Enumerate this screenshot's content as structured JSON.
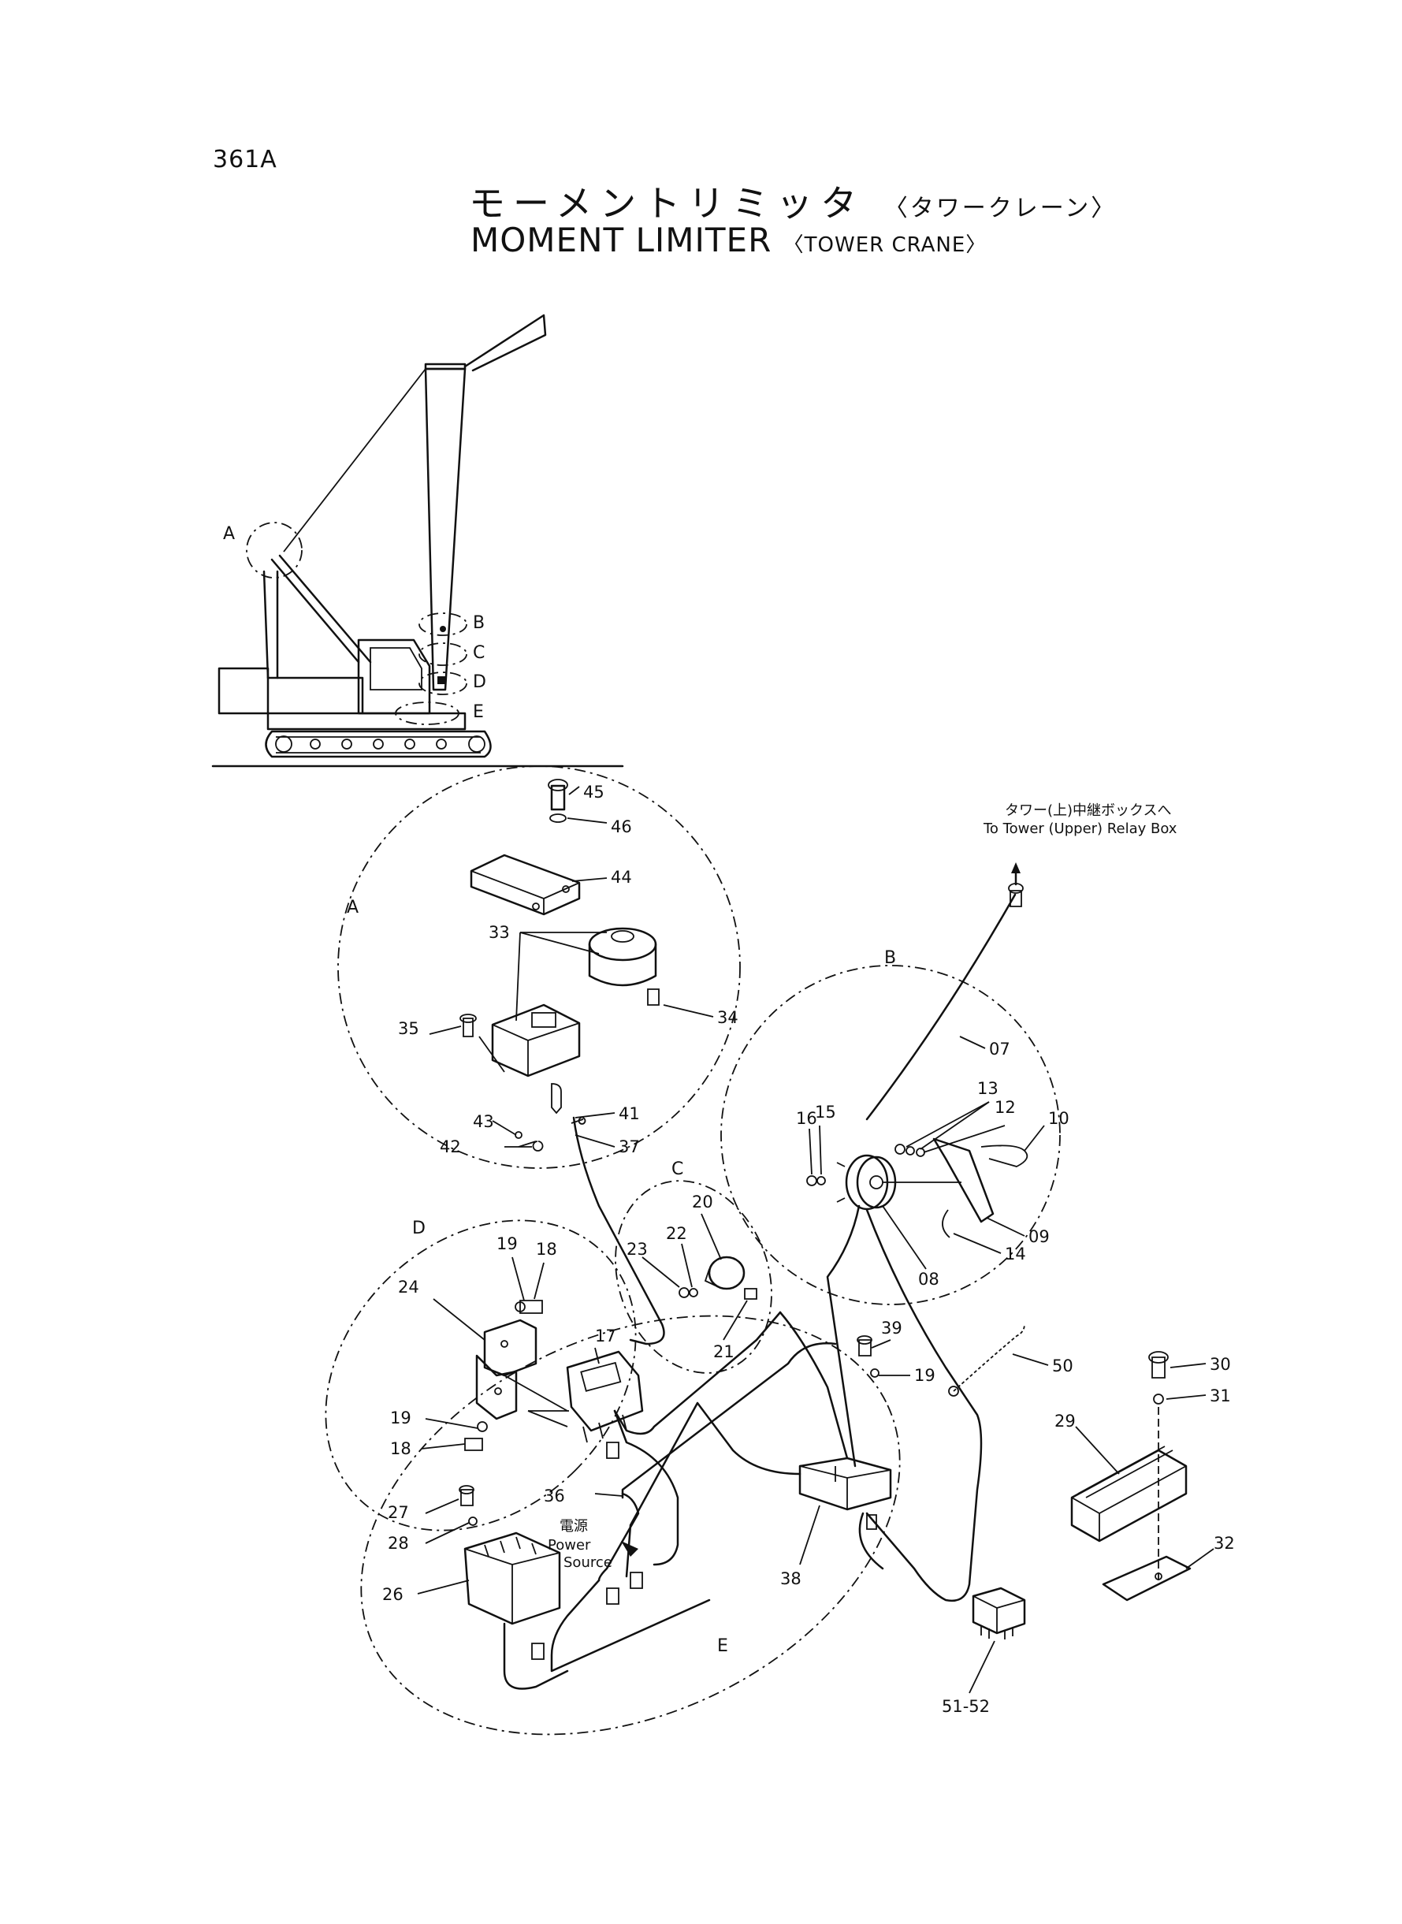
{
  "header": {
    "page_number": "361A",
    "title_jp": "モーメントリミッタ",
    "title_jp_sub": "〈タワークレーン〉",
    "title_en": "MOMENT LIMITER",
    "title_en_sub": "〈TOWER CRANE〉"
  },
  "overview": {
    "detail_markers": [
      "A",
      "B",
      "C",
      "D",
      "E"
    ]
  },
  "notes": {
    "relay_box_jp": "タワー(上)中継ボックスへ",
    "relay_box_en": "To Tower (Upper) Relay Box",
    "power_jp": "電源",
    "power_en_1": "Power",
    "power_en_2": "Source"
  },
  "detail_labels": [
    "A",
    "B",
    "C",
    "D",
    "E"
  ],
  "parts": [
    "45",
    "46",
    "44",
    "33",
    "34",
    "35",
    "43",
    "41",
    "42",
    "37",
    "07",
    "13",
    "12",
    "16",
    "15",
    "10",
    "14",
    "09",
    "08",
    "20",
    "22",
    "23",
    "21",
    "19",
    "18",
    "24",
    "17",
    "39",
    "50",
    "30",
    "31",
    "29",
    "32",
    "36",
    "27",
    "28",
    "26",
    "38",
    "51-52"
  ]
}
